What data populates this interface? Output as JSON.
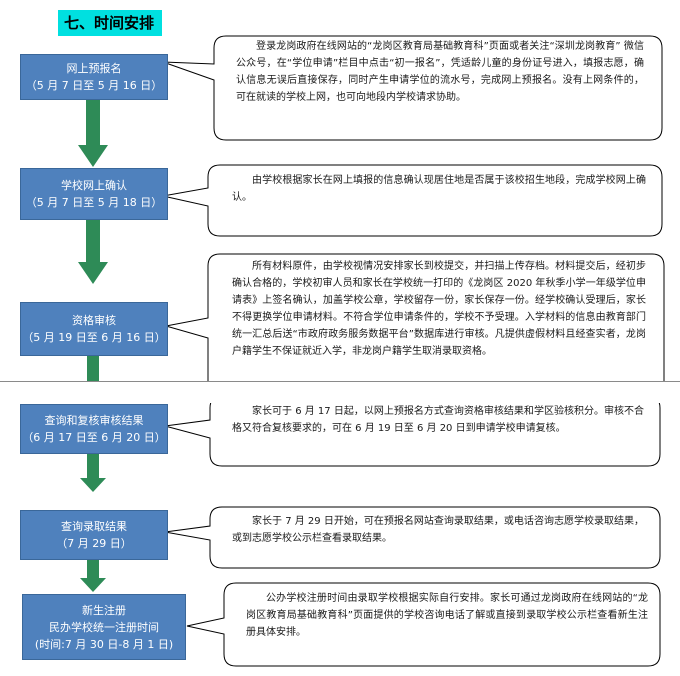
{
  "section_title": "七、时间安排",
  "stages": [
    {
      "name": "网上预报名",
      "dates": "（5 月 7 日至 5 月 16 日）"
    },
    {
      "name": "学校网上确认",
      "dates": "（5 月 7 日至 5 月 18 日）"
    },
    {
      "name": "资格审核",
      "dates": "（5 月 19 日至 6 月 16 日）"
    },
    {
      "name": "查询和复核审核结果",
      "dates": "（6 月 17 日至 6 月 20 日）"
    },
    {
      "name": "查询录取结果",
      "dates": "（7 月 29 日）"
    },
    {
      "name": "新生注册",
      "line2": "民办学校统一注册时间",
      "dates": "(时间:7 月 30 日-8 月 1 日)"
    }
  ],
  "notes": [
    "登录龙岗政府在线网站的“龙岗区教育局基础教育科”页面或者关注“深圳龙岗教育” 微信公众号，在“学位申请”栏目中点击“初一报名”，凭适龄儿童的身份证号进入，填报志愿，确认信息无误后直接保存，同时产生申请学位的流水号，完成网上预报名。没有上网条件的，可在就读的学校上网，也可向地段内学校请求协助。",
    "由学校根据家长在网上填报的信息确认现居住地是否属于该校招生地段，完成学校网上确认。",
    "所有材料原件，由学校视情况安排家长到校提交，并扫描上传存档。材料提交后，经初步确认合格的，学校初审人员和家长在学校统一打印的《龙岗区 2020 年秋季小学一年级学位申请表》上签名确认，加盖学校公章，学校留存一份，家长保存一份。经学校确认受理后，家长不得更换学位申请材料。不符合学位申请条件的，学校不予受理。入学材料的信息由教育部门统一汇总后送“市政府政务服务数据平台”数据库进行审核。凡提供虚假材料且经查实者，龙岗户籍学生不保证就近入学，非龙岗户籍学生取消录取资格。",
    "家长可于 6 月 17 日起，以网上预报名方式查询资格审核结果和学区验核积分。审核不合格又符合复核要求的，可在 6 月 19 日至 6 月 20 日到申请学校申请复核。",
    "家长于 7 月 29 日开始，可在预报名网站查询录取结果，或电话咨询志愿学校录取结果，或到志愿学校公示栏查看录取结果。",
    "公办学校注册时间由录取学校根据实际自行安排。家长可通过龙岗政府在线网站的“龙岗区教育局基础教育科”页面提供的学校咨询电话了解或直接到录取学校公示栏查看新生注册具体安排。"
  ],
  "colors": {
    "stage_fill": "#4f81bd",
    "arrow_fill": "#2e8b57",
    "title_highlight": "#00e0e0",
    "callout_border": "#000000"
  }
}
